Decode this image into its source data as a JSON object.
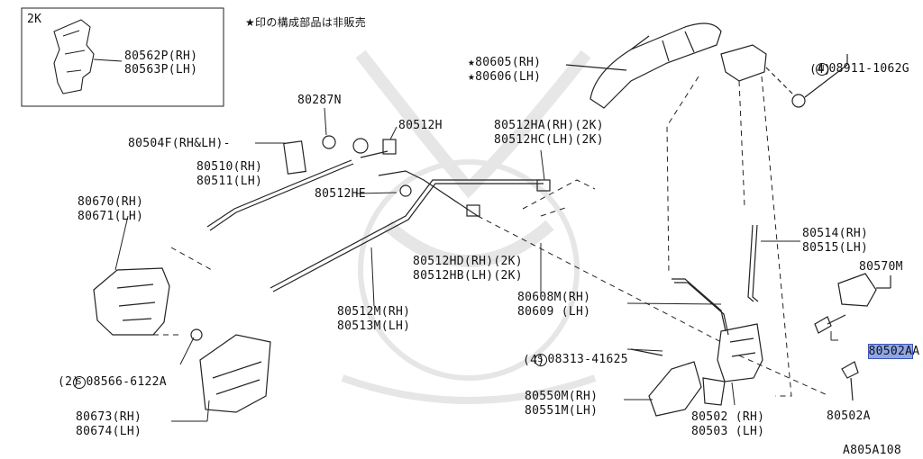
{
  "note": "★印の構成部品は非販売",
  "drawing_code": "A805A108",
  "highlight_color": "#8fa6e6",
  "inset": {
    "tag": "2K",
    "part_rh": "80562P(RH)",
    "part_lh": "80563P(LH)"
  },
  "labels": {
    "p80605": "★80605(RH)",
    "p80606": "★80606(LH)",
    "bolt_top_mark": "N",
    "bolt_top_code": "08911-1062G",
    "bolt_top_qty": "(4)",
    "p80287n": "80287N",
    "p80512h": "80512H",
    "p80504f": "80504F(RH&LH)-",
    "p80510": "80510(RH)",
    "p80511": "80511(LH)",
    "p80512ha": "80512HA(RH)(2K)",
    "p80512hc": "80512HC(LH)(2K)",
    "p80512he": "80512HE",
    "p80670": "80670(RH)",
    "p80671": "80671(LH)",
    "p80514": "80514(RH)",
    "p80515": "80515(LH)",
    "p80512hd": "80512HD(RH)(2K)",
    "p80512hb": "80512HB(LH)(2K)",
    "p80570m": "80570M",
    "p80608m": "80608M(RH)",
    "p80609": "80609 (LH)",
    "p80512m": "80512M(RH)",
    "p80513m": "80513M(LH)",
    "p80502a_hl": "80502A",
    "p80502a_tail": "A",
    "screw_mark": "S",
    "screw_code": "08313-41625",
    "screw_qty": "(4)",
    "clip_mark": "S",
    "clip_code": "08566-6122A",
    "clip_qty": "(2)",
    "p80550m": "80550M(RH)",
    "p80551m": "80551M(LH)",
    "p80502": "80502 (RH)",
    "p80503": "80503 (LH)",
    "p80502a": "80502A",
    "p80673": "80673(RH)",
    "p80674": "80674(LH)"
  }
}
